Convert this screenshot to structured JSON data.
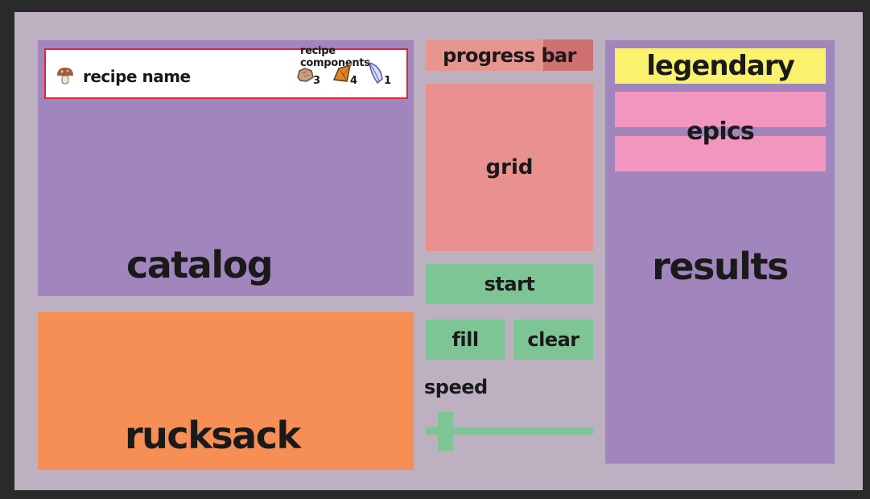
{
  "catalog": {
    "label": "catalog",
    "recipe_components_label": "recipe components",
    "recipe": {
      "name": "recipe name",
      "icon": "mushroom-icon",
      "components": [
        {
          "icon": "rock-icon",
          "count": "3"
        },
        {
          "icon": "ore-shard-icon",
          "count": "4"
        },
        {
          "icon": "feather-icon",
          "count": "1"
        }
      ]
    }
  },
  "rucksack": {
    "label": "rucksack"
  },
  "progress": {
    "label": "progress bar",
    "value": 0.3
  },
  "grid": {
    "label": "grid"
  },
  "controls": {
    "start_label": "start",
    "fill_label": "fill",
    "clear_label": "clear",
    "speed_label": "speed",
    "speed_value": 0.08
  },
  "results": {
    "label": "results",
    "legendary_label": "legendary",
    "epics_label": "epics"
  },
  "colors": {
    "background": "#bcb0c1",
    "catalog": "#a186be",
    "rucksack": "#f58f55",
    "grid": "#e99190",
    "buttons": "#7ec596",
    "legendary": "#faf16c",
    "epic": "#f396bf",
    "selected_border": "#d8283c"
  }
}
